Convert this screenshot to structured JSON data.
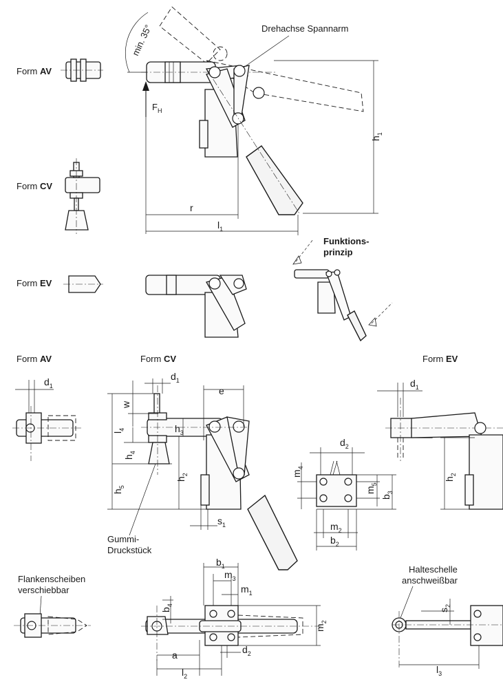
{
  "labels": {
    "form_av_top_prefix": "Form ",
    "form_av_top_bold": "AV",
    "form_cv_top_prefix": "Form ",
    "form_cv_top_bold": "CV",
    "form_ev_top_prefix": "Form ",
    "form_ev_top_bold": "EV",
    "min_angle": "min. 35°",
    "drehachse": "Drehachse Spannarm",
    "force": "F",
    "force_sub": "H",
    "funktions_1": "Funktions-",
    "funktions_2": "prinzip",
    "form_av_mid_prefix": "Form ",
    "form_av_mid_bold": "AV",
    "form_cv_mid_prefix": "Form ",
    "form_cv_mid_bold": "CV",
    "form_ev_mid_prefix": "Form ",
    "form_ev_mid_bold": "EV",
    "gummi_1": "Gummi-",
    "gummi_2": "Druckstück",
    "flanken_1": "Flankenscheiben",
    "flanken_2": "verschiebbar",
    "halte_1": "Halteschelle",
    "halte_2": "anschweißbar"
  },
  "dimensions": {
    "r": "r",
    "l": "l",
    "l_sub": "1",
    "h": "h",
    "h_sub": "1",
    "d1_a": "d",
    "d1_a_sub": "1",
    "d1_b": "d",
    "d1_b_sub": "1",
    "d1_c": "d",
    "d1_c_sub": "1",
    "e": "e",
    "w": "w",
    "l4": "l",
    "l4_sub": "4",
    "h3": "h",
    "h3_sub": "3",
    "h4": "h",
    "h4_sub": "4",
    "h5": "h",
    "h5_sub": "5",
    "h2_a": "h",
    "h2_a_sub": "2",
    "h2_b": "h",
    "h2_b_sub": "2",
    "s1": "s",
    "s1_sub": "1",
    "d2_a": "d",
    "d2_a_sub": "2",
    "d2_b": "d",
    "d2_b_sub": "2",
    "m4": "m",
    "m4_sub": "4",
    "m5": "m",
    "m5_sub": "5",
    "b3": "b",
    "b3_sub": "3",
    "m2_a": "m",
    "m2_a_sub": "2",
    "m2_b": "m",
    "m2_b_sub": "2",
    "b2": "b",
    "b2_sub": "2",
    "b1": "b",
    "b1_sub": "1",
    "m3": "m",
    "m3_sub": "3",
    "m1": "m",
    "m1_sub": "1",
    "b4": "b",
    "b4_sub": "4",
    "a": "a",
    "l2": "l",
    "l2_sub": "2",
    "s2": "s",
    "s2_sub": "2",
    "l3": "l",
    "l3_sub": "3"
  }
}
